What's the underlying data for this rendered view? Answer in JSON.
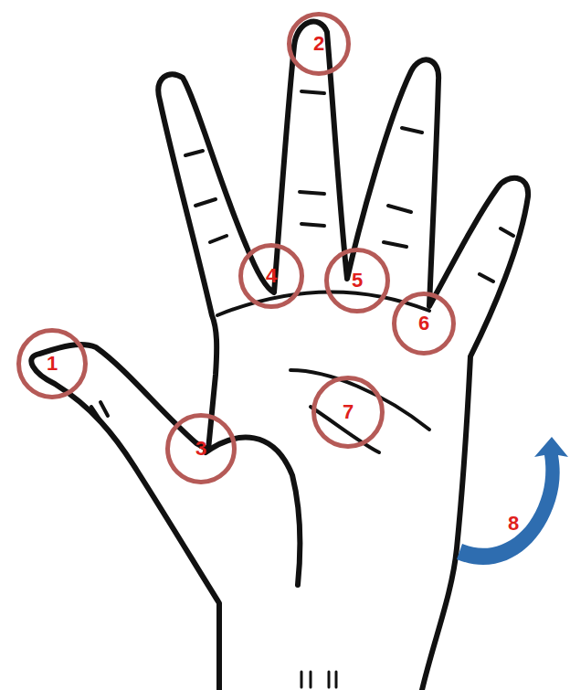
{
  "diagram": {
    "nodes": [
      {
        "text": [
          "2"
        ]
      },
      {
        "text": [
          "4"
        ]
      },
      {
        "text": [
          "5"
        ]
      },
      {
        "text": [
          "6"
        ]
      },
      {
        "text": [
          "1"
        ]
      },
      {
        "text": [
          "7"
        ]
      },
      {
        "text": [
          "3"
        ]
      }
    ],
    "labels": [
      "8"
    ]
  }
}
